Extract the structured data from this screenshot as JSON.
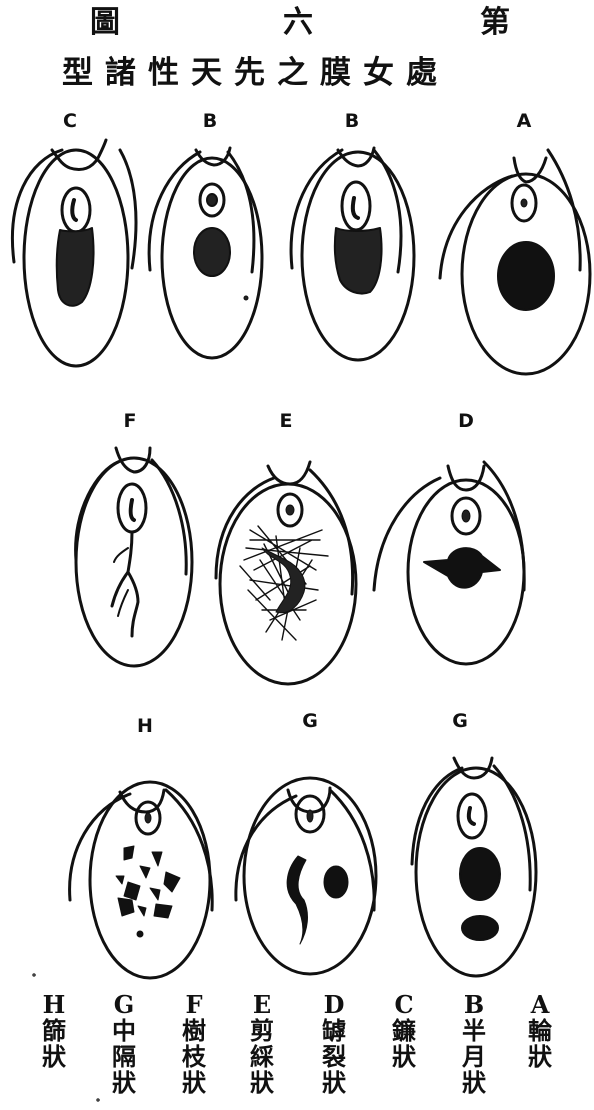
{
  "header": {
    "title_chars": [
      "圖",
      "六",
      "第"
    ],
    "subtitle": "型諸性天先之膜女處"
  },
  "figures": [
    {
      "letter": "C",
      "shape": "sickle"
    },
    {
      "letter": "B",
      "shape": "crescent-small"
    },
    {
      "letter": "B",
      "shape": "crescent"
    },
    {
      "letter": "A",
      "shape": "annular"
    },
    {
      "letter": "F",
      "shape": "dendritic"
    },
    {
      "letter": "E",
      "shape": "fimbriated"
    },
    {
      "letter": "D",
      "shape": "fissured"
    },
    {
      "letter": "H",
      "shape": "cribriform"
    },
    {
      "letter": "G",
      "shape": "septate"
    },
    {
      "letter": "G",
      "shape": "septate-biforate"
    }
  ],
  "legend": [
    {
      "letter": "H",
      "chars": [
        "篩",
        "狀"
      ]
    },
    {
      "letter": "G",
      "chars": [
        "中",
        "隔",
        "狀"
      ]
    },
    {
      "letter": "F",
      "chars": [
        "樹",
        "枝",
        "狀"
      ]
    },
    {
      "letter": "E",
      "chars": [
        "剪",
        "綵",
        "狀"
      ]
    },
    {
      "letter": "D",
      "chars": [
        "罅",
        "裂",
        "狀"
      ]
    },
    {
      "letter": "C",
      "chars": [
        "鐮",
        "狀"
      ]
    },
    {
      "letter": "B",
      "chars": [
        "半",
        "月",
        "狀"
      ]
    },
    {
      "letter": "A",
      "chars": [
        "輪",
        "狀"
      ]
    }
  ]
}
